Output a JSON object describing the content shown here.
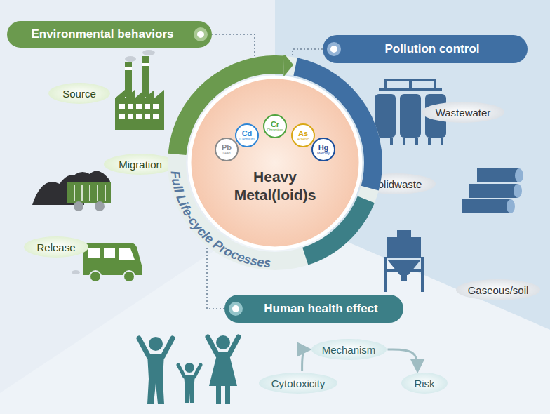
{
  "diagram": {
    "nodes": [
      {
        "text": [
          "Environmental behaviors"
        ]
      },
      {
        "text": [
          "Source"
        ]
      },
      {
        "text": [
          "Migration"
        ]
      },
      {
        "text": [
          "Release"
        ]
      },
      {
        "text": [
          "Pollution control"
        ]
      },
      {
        "text": [
          "Wastewater"
        ]
      },
      {
        "text": [
          "Solidwaste"
        ]
      },
      {
        "text": [
          "Gaseous/soil"
        ]
      },
      {
        "text": [
          "Human health effect"
        ]
      },
      {
        "text": [
          "Cytotoxicity"
        ]
      },
      {
        "text": [
          "Mechanism"
        ]
      },
      {
        "text": [
          "Risk"
        ]
      },
      {
        "text": [
          "Heavy Metal(loid)s"
        ]
      },
      {
        "text": [
          "Pb",
          "Lead"
        ],
        "in": 12
      },
      {
        "text": [
          "Cd",
          "Cadmium"
        ],
        "in": 12
      },
      {
        "text": [
          "Cr",
          "Chromium"
        ],
        "in": 12
      },
      {
        "text": [
          "As",
          "Arsenic"
        ],
        "in": 12
      },
      {
        "text": [
          "Hg",
          "Mercury"
        ],
        "in": 12
      }
    ],
    "edges": [
      {
        "from": 0,
        "to": 12,
        "arrow": "none"
      },
      {
        "from": 4,
        "to": 12,
        "arrow": "none"
      },
      {
        "from": 8,
        "to": 12,
        "arrow": "none"
      },
      {
        "from": 9,
        "to": 10,
        "arrow": "to"
      },
      {
        "from": 10,
        "to": 11,
        "arrow": "to"
      }
    ],
    "labels": [
      "Full Life-cycle Processes"
    ]
  }
}
